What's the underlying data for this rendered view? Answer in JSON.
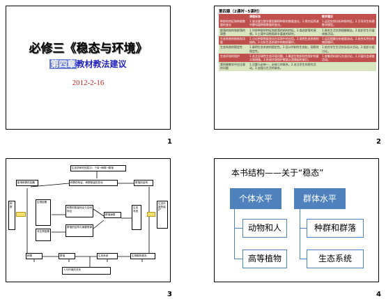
{
  "slide1": {
    "title": "必修三《稳态与环境》",
    "subtitle_highlight": "第四章",
    "subtitle_rest": "教材教法建议",
    "date": "2012-2-16",
    "number": "1"
  },
  "slide2": {
    "title": "第四章（2课时~5课时）",
    "headers": [
      "",
      "课程标准",
      "教学建议"
    ],
    "rows": [
      [
        "种群的特征和种群数量的变化",
        "1.尝试建立数学模型解释种群的数量变化。2.探究培养液中酵母菌种群数量的变化。",
        "1.运用实例分析种群特征。2.引导学生构建数学模型。"
      ],
      [
        "群落的结构和群落的演替",
        "1.列举种群的特征和群落的结构特征。2.描述群落的演替。3.土壤中动物类群丰富度的研究。",
        "1.联系生活实例理解概念。2.组织学生开展调查活动。"
      ],
      [
        "生态系统的结构和功能",
        "1.讨论种群数量变化在实践中的应用。2.说明生态系统的结构。3.分析生态系统中的物质循环。",
        "1.运用图解分析能量流动。2.结合实例分析物质循环。"
      ],
      [
        "生态系统的稳定性",
        "1.阐明生态系统的稳定性。2.设计并制作生态缸，观察其稳定性。",
        "1.结合学生生活实际设计活动。2.组织小组讨论。"
      ],
      [
        "生态环境的保护",
        "1.关注全球性生态环境问题。2.概述生物多样性保护的意义和措施。3.形成环境保护需要从我做起的意识。",
        "1.收集资料进行交流讨论。2.开展社会调查活动。"
      ],
      [
        "第四章教学中应注意的问题",
        "1.注重与必修一、必修二的联系。2.关注学生的探究活动。3.加强与生活的联系。",
        ""
      ]
    ],
    "number": "2"
  },
  "slide3": {
    "boxes": {
      "top": "生态学研究的层次：个体→种群→群落",
      "left1": "影响种群的因素",
      "mid_a": "种群的特征、种群数量的变化",
      "right_top": "群落的结构",
      "far_left": "种群",
      "col_a": "生物因素",
      "col_b": "非生物因素",
      "center1": "种群的数量特征与空间特征",
      "center2": "群落的结构与演替规律",
      "mid_right": "群落演替",
      "right_v": "生态系统",
      "far_right": "生态环境的保护",
      "b1": "种群",
      "b2": "群落",
      "b3": "生态系统",
      "b4": "生物圈的稳态",
      "bottom": "人与环境的关系"
    },
    "number": "3"
  },
  "slide4": {
    "title": "本书结构——关于“稳态”",
    "col1_head": "个体水平",
    "col2_head": "群体水平",
    "col1_items": [
      "动物和人",
      "高等植物"
    ],
    "col2_items": [
      "种群和群落",
      "生态系统"
    ],
    "number": "4",
    "colors": {
      "head": "#4f81bd"
    }
  }
}
